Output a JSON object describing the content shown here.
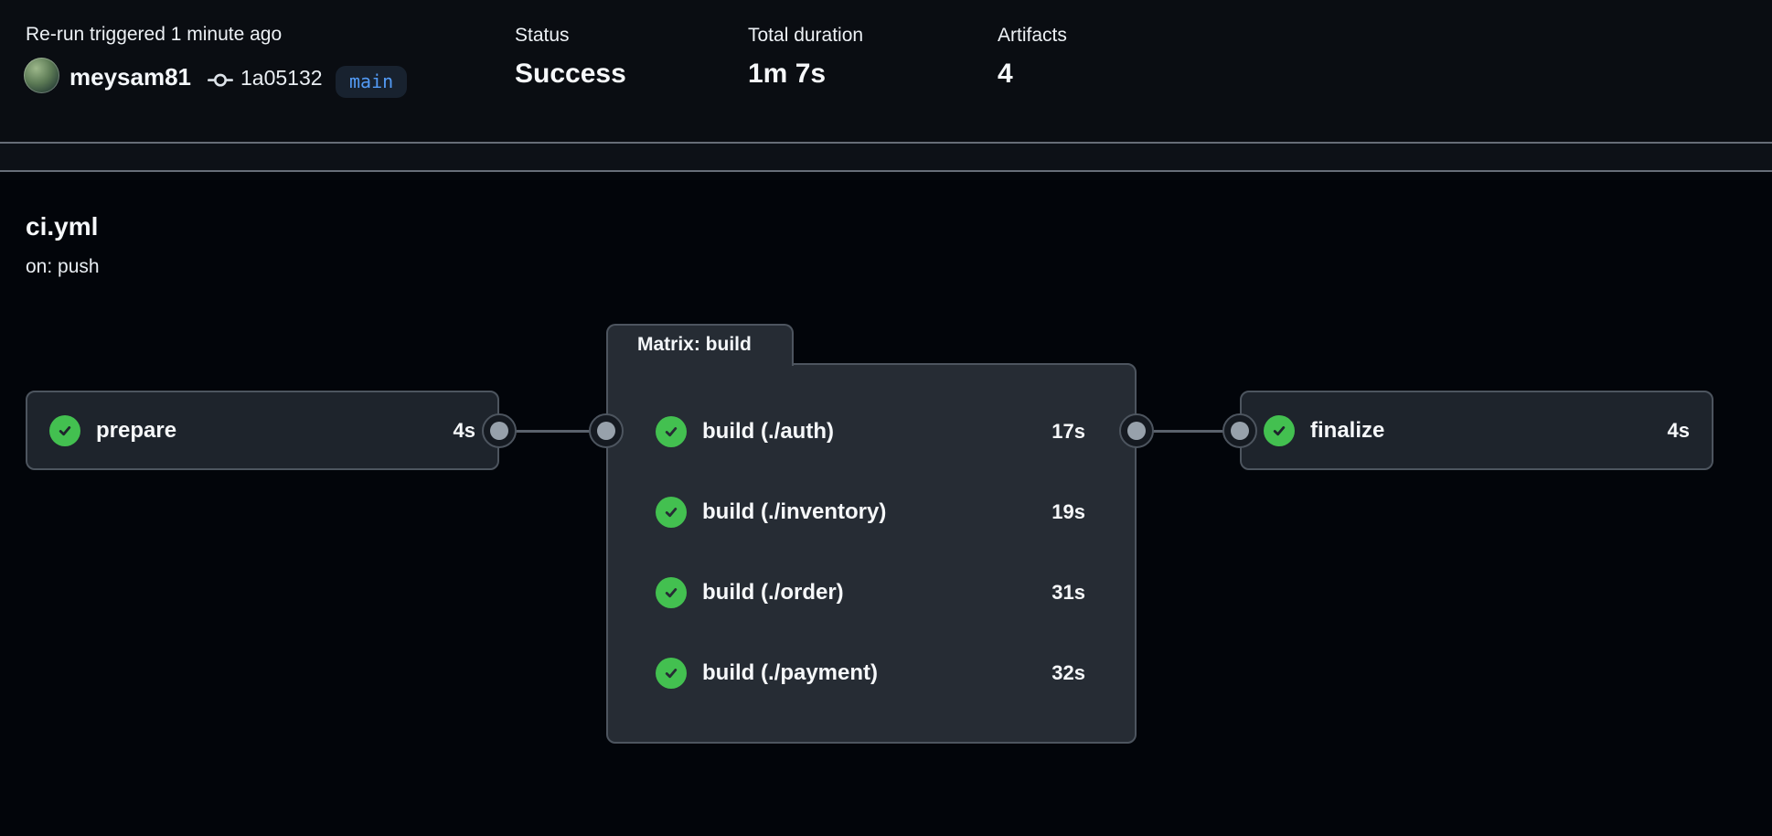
{
  "colors": {
    "success_green": "#43c050",
    "branch_blue": "#539bf5",
    "node_background": "#1e242c",
    "group_background": "#262c34",
    "node_border": "#4d555f",
    "connector_dot_gray": "#97a1ab",
    "page_background": "#02050a"
  },
  "header": {
    "rerun_text": "Re-run triggered 1 minute ago",
    "user": "meysam81",
    "commit_sha": "1a05132",
    "branch": "main",
    "stats": {
      "status": {
        "label": "Status",
        "value": "Success"
      },
      "duration": {
        "label": "Total duration",
        "value": "1m 7s"
      },
      "artifacts": {
        "label": "Artifacts",
        "value": "4"
      }
    }
  },
  "workflow": {
    "file": "ci.yml",
    "trigger": "on: push"
  },
  "graph": {
    "prepare": {
      "label": "prepare",
      "duration": "4s",
      "status": "success"
    },
    "matrix": {
      "title": "Matrix: build",
      "jobs": [
        {
          "label": "build (./auth)",
          "duration": "17s",
          "status": "success"
        },
        {
          "label": "build (./inventory)",
          "duration": "19s",
          "status": "success"
        },
        {
          "label": "build (./order)",
          "duration": "31s",
          "status": "success"
        },
        {
          "label": "build (./payment)",
          "duration": "32s",
          "status": "success"
        }
      ]
    },
    "finalize": {
      "label": "finalize",
      "duration": "4s",
      "status": "success"
    }
  }
}
